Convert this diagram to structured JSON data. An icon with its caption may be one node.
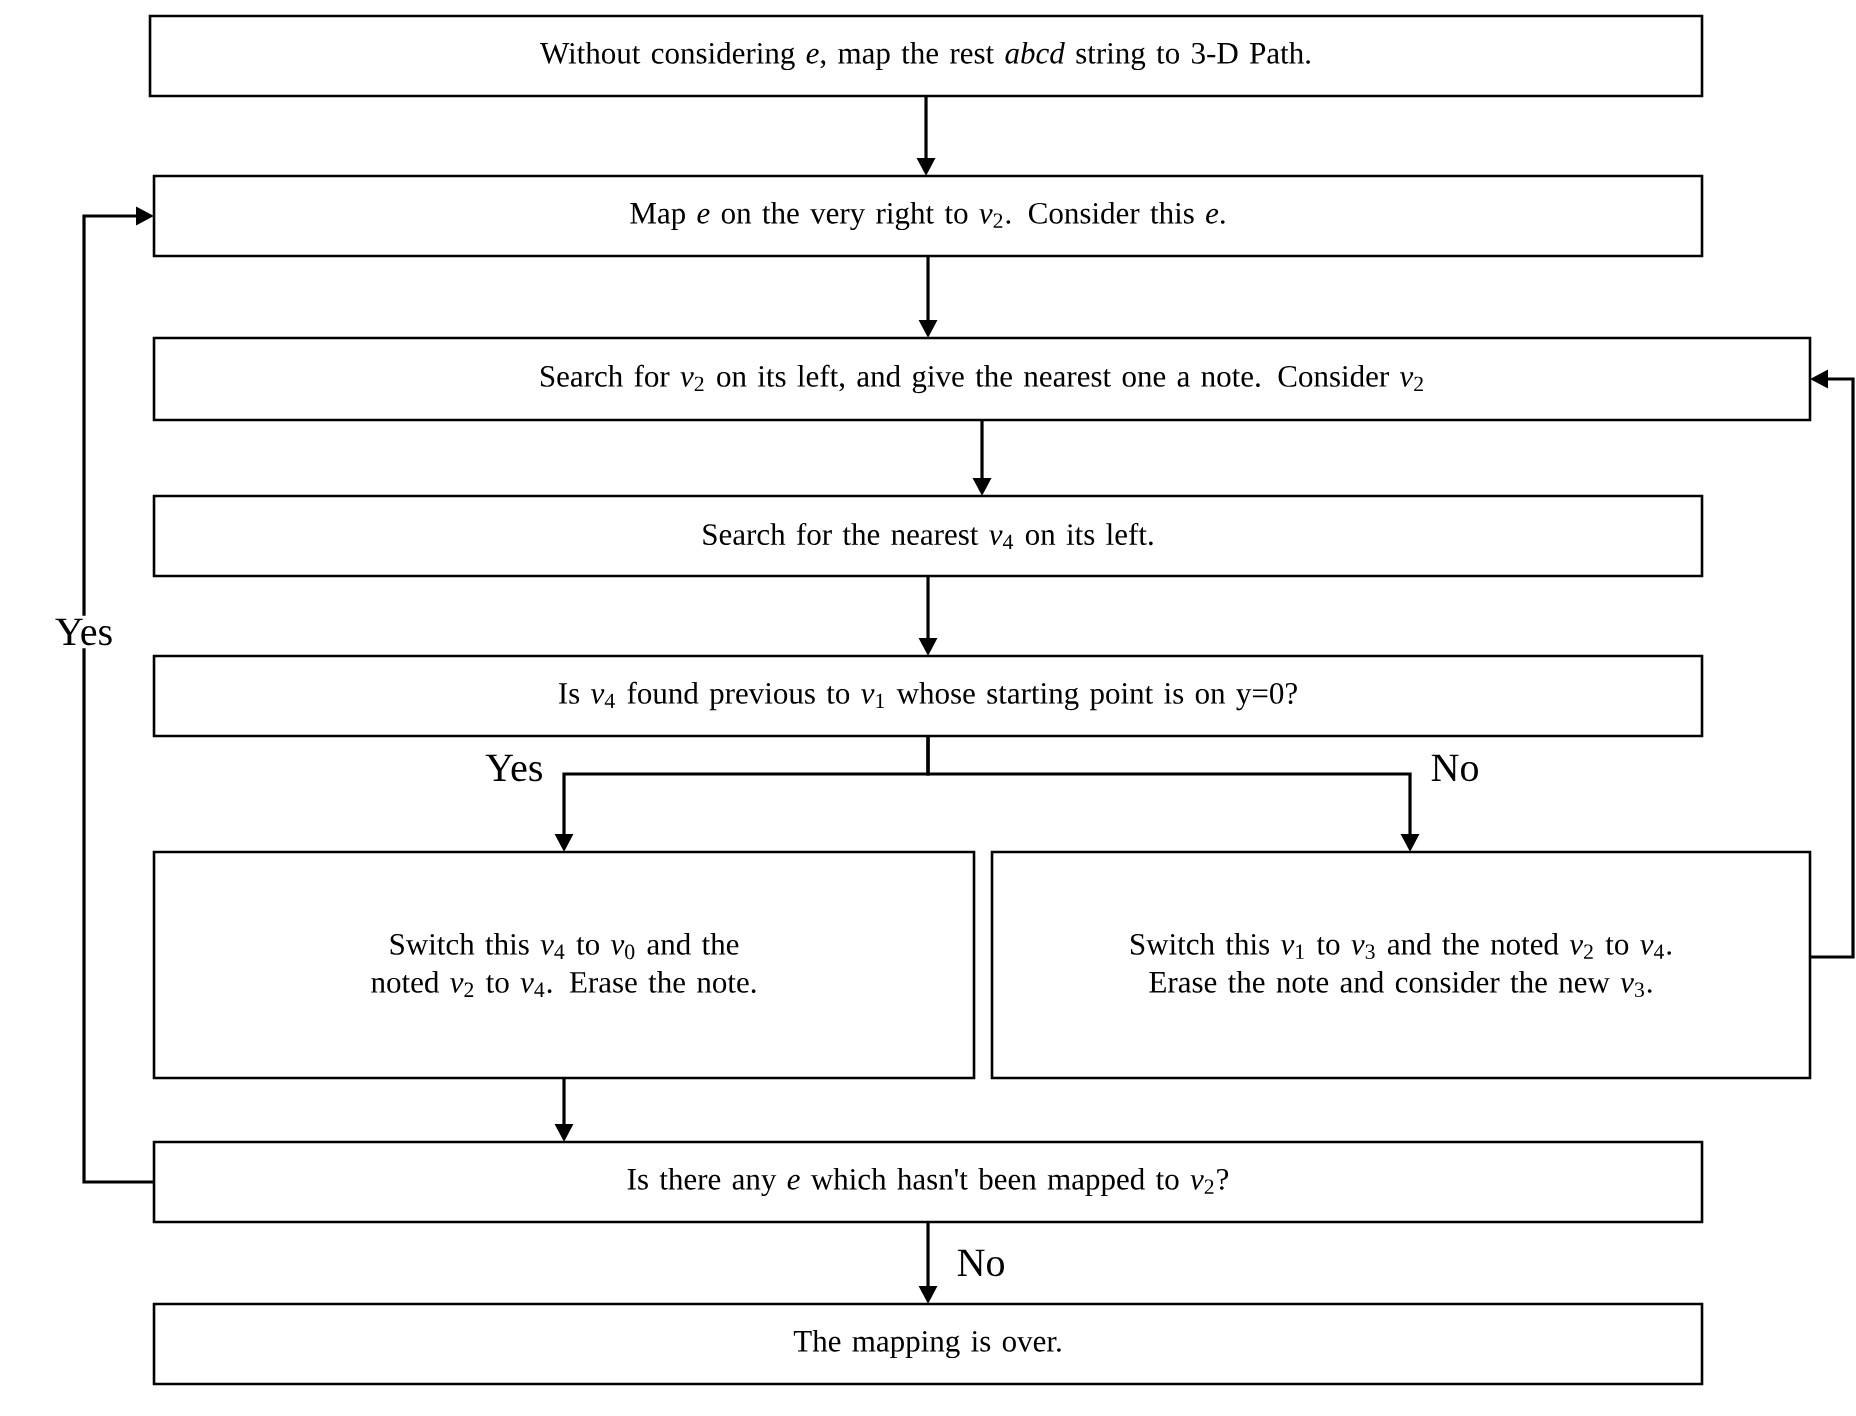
{
  "diagram": {
    "nodes": [
      {
        "text": [
          "Without considering *e*, map the rest *abcd* string to 3-D Path."
        ]
      },
      {
        "text": [
          "Map *e* on the very right to *v*$_{2}$. Consider this *e*."
        ]
      },
      {
        "text": [
          "Search for *v*$_{2}$ on its left, and give the nearest one a note. Consider *v*$_{2}$"
        ]
      },
      {
        "text": [
          "Search for the nearest *v*$_{4}$ on its left."
        ]
      },
      {
        "text": [
          "Is *v*$_{4}$ found previous to *v*$_{1}$ whose starting point is on y=0?"
        ]
      },
      {
        "text": [
          "Switch this *v*$_{4}$ to *v*$_{0}$ and the noted *v*$_{2}$ to *v*$_{4}$. Erase the note."
        ]
      },
      {
        "text": [
          "Switch this *v*$_{1}$ to *v*$_{3}$ and the noted *v*$_{2}$ to *v*$_{4}$. Erase the note and consider the new *v*$_{3}$."
        ]
      },
      {
        "text": [
          "Is there any *e* which hasn't been mapped to *v*$_{2}$?"
        ]
      },
      {
        "text": [
          "The mapping is over."
        ]
      }
    ],
    "edges": [
      {
        "from": 0,
        "to": 1,
        "arrow": "to"
      },
      {
        "from": 1,
        "to": 2,
        "arrow": "to"
      },
      {
        "from": 2,
        "to": 3,
        "arrow": "to"
      },
      {
        "from": 3,
        "to": 4,
        "arrow": "to"
      },
      {
        "from": 4,
        "to": 5,
        "arrow": "to",
        "label": "Yes"
      },
      {
        "from": 4,
        "to": 6,
        "arrow": "to",
        "label": "No"
      },
      {
        "from": 5,
        "to": 7,
        "arrow": "to"
      },
      {
        "from": 7,
        "to": 1,
        "arrow": "to",
        "label": "Yes"
      },
      {
        "from": 7,
        "to": 8,
        "arrow": "to",
        "label": "No"
      },
      {
        "from": 6,
        "to": 2,
        "arrow": "to"
      }
    ]
  }
}
